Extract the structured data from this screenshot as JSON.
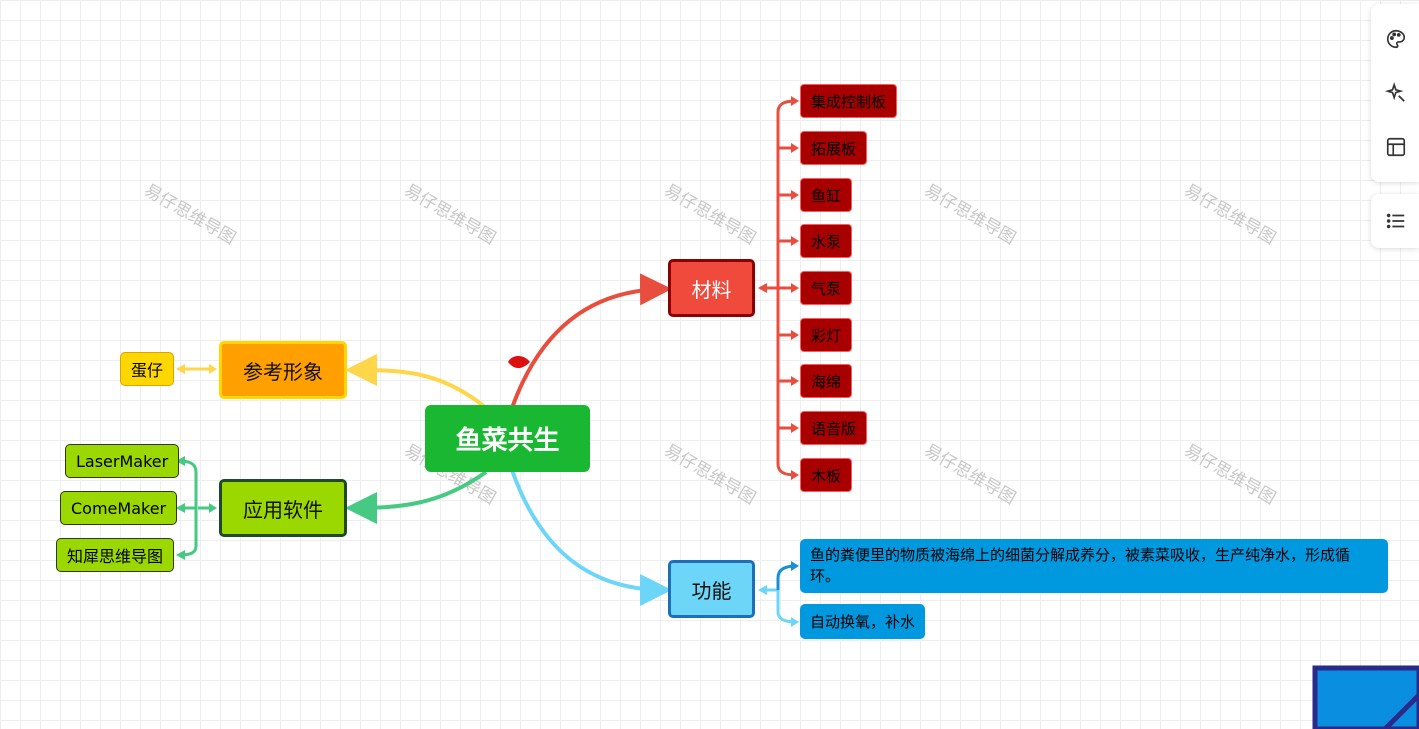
{
  "watermark": "易仔思维导图",
  "root": {
    "label": "鱼菜共生"
  },
  "branches": {
    "reference": {
      "label": "参考形象",
      "children": [
        "蛋仔"
      ]
    },
    "software": {
      "label": "应用软件",
      "children": [
        "LaserMaker",
        "ComeMaker",
        "知犀思维导图"
      ]
    },
    "materials": {
      "label": "材料",
      "children": [
        "集成控制板",
        "拓展板",
        "鱼缸",
        "水泵",
        "气泵",
        "彩灯",
        "海绵",
        "语音版",
        "木板"
      ]
    },
    "function": {
      "label": "功能",
      "children": [
        "鱼的粪便里的物质被海绵上的细菌分解成养分，被素菜吸收，生产纯净水，形成循环。",
        "自动换氧，补水"
      ]
    }
  },
  "toolbar": {
    "icons": [
      "palette-icon",
      "sparkle-icon",
      "layout-icon",
      "list-icon"
    ]
  },
  "colors": {
    "root": "#1ab832",
    "reference": "#ff9f00",
    "software": "#9ad800",
    "materials": "#f04a3c",
    "function": "#6dd5f7",
    "materials_leaf": "#a80000",
    "function_leaf": "#0099e0"
  }
}
